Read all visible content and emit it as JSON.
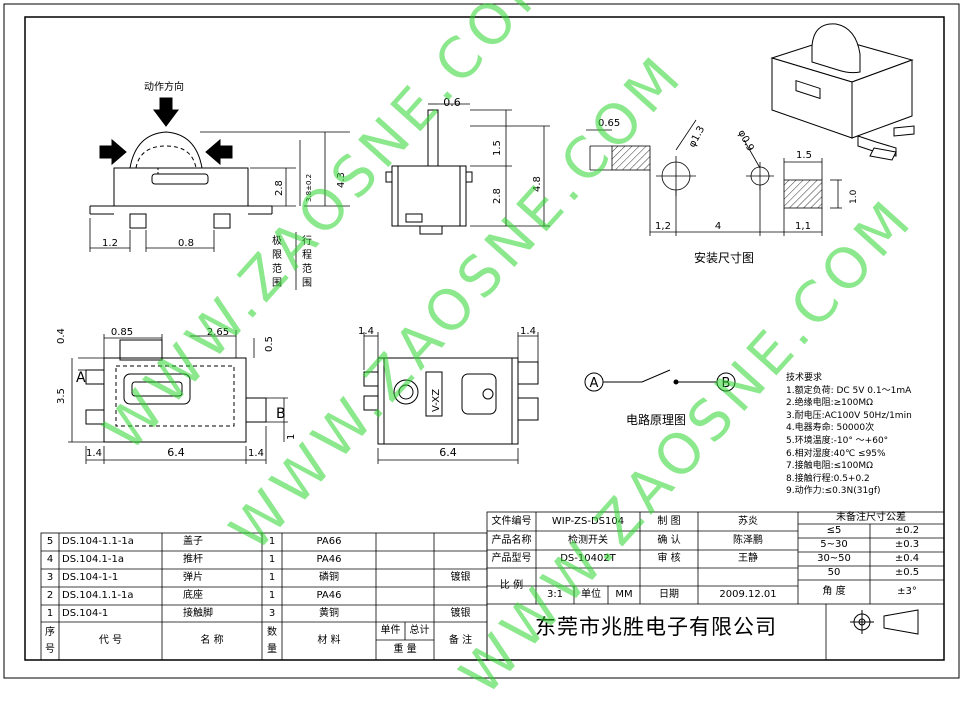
{
  "drawing": {
    "action_direction": "动作方向",
    "stroke_limit": [
      "极",
      "限",
      "范",
      "围"
    ],
    "travel_range": [
      "行",
      "程",
      "范",
      "围"
    ],
    "install_title": "安装尺寸图",
    "circuit_title": "电路原理图",
    "circuit_a": "A",
    "circuit_b": "B",
    "label_a": "A",
    "label_b": "B",
    "knob_mark": "V-XZ",
    "dims": {
      "d_1_2": "1.2",
      "d_0_8": "0.8",
      "d_2_8": "2.8",
      "d_3_8": "3.8±0.2",
      "d_4_3": "4.3",
      "d_0_6": "0.6",
      "d_1_5": "1.5",
      "d_2_8b": "2.8",
      "d_4_8": "4.8",
      "d_0_65": "0.65",
      "d_phi13": "φ1.3",
      "d_phi09": "φ0.9",
      "d_1_5b": "1.5",
      "d_1_0": "1.0",
      "d_1_2b": "1,2",
      "d_4": "4",
      "d_1_1": "1,1",
      "d_0_4": "0.4",
      "d_0_85": "0.85",
      "d_2_65": "2.65",
      "d_0_5": "0.5",
      "d_3_5": "3.5",
      "d_1": "1",
      "d_1_4a": "1.4",
      "d_6_4a": "6.4",
      "d_1_4b": "1.4",
      "d_1_4c": "1.4",
      "d_1_4d": "1.4",
      "d_6_4b": "6.4"
    }
  },
  "specs": {
    "title": "技术要求",
    "items": [
      "1.额定负荷: DC 5V  0.1～1mA",
      "2.绝缘电阻:≥100MΩ",
      "3.耐电压:AC100V 50Hz/1min",
      "4.电器寿命: 50000次",
      "5.环境温度:-10°  ～+60°",
      "6.相对湿度:40℃   ≤95%",
      "7.接触电阻:≤100MΩ",
      "8.接触行程:0.5+0.2",
      "9.动作力:≤0.3N(31gf)"
    ]
  },
  "bom": {
    "rows": [
      {
        "no": "5",
        "code": "DS.104-1.1-1a",
        "name": "盖子",
        "qty": "1",
        "material": "PA66",
        "note": ""
      },
      {
        "no": "4",
        "code": "DS.104.1-1a",
        "name": "推杆",
        "qty": "1",
        "material": "PA46",
        "note": ""
      },
      {
        "no": "3",
        "code": "DS.104-1-1",
        "name": "弹片",
        "qty": "1",
        "material": "磷铜",
        "note": "镀银"
      },
      {
        "no": "2",
        "code": "DS.104.1.1-1a",
        "name": "底座",
        "qty": "1",
        "material": "PA46",
        "note": ""
      },
      {
        "no": "1",
        "code": "DS.104-1",
        "name": "接触脚",
        "qty": "3",
        "material": "黄铜",
        "note": "镀银"
      }
    ],
    "header": {
      "no": [
        "序",
        "号"
      ],
      "code": "代   号",
      "name": "名      称",
      "qty": [
        "数",
        "量"
      ],
      "material": "材    料",
      "unit": "单件",
      "total": "总计",
      "weight": "重  量",
      "note": "备  注"
    }
  },
  "title_block": {
    "doc_no_label": "文件编号",
    "doc_no": "WIP-ZS-DS104",
    "product_name_label": "产品名称",
    "product_name": "检测开关",
    "product_model_label": "产品型号",
    "product_model": "DS-10402T",
    "scale_label": "比  例",
    "scale": "3:1",
    "unit_label": "单位",
    "unit": "MM",
    "date_label": "日期",
    "date": "2009.12.01",
    "drawn_label": "制  图",
    "drawn": "苏炎",
    "checked_label": "确  认",
    "checked": "陈泽鹏",
    "approved_label": "审  核",
    "approved": "王静",
    "company": "东莞市兆胜电子有限公司"
  },
  "tolerance": {
    "title": "未备注尺寸公差",
    "rows": [
      {
        "range": "≤5",
        "tol": "±0.2"
      },
      {
        "range": "5~30",
        "tol": "±0.3"
      },
      {
        "range": "30~50",
        "tol": "±0.4"
      },
      {
        "range": "50",
        "tol": "±0.5"
      },
      {
        "range": "角  度",
        "tol": "±3°"
      }
    ]
  },
  "watermark": "WWW.ZAOSNE.COM",
  "colors": {
    "watermark": "#2fd62f",
    "ink": "#000000"
  }
}
